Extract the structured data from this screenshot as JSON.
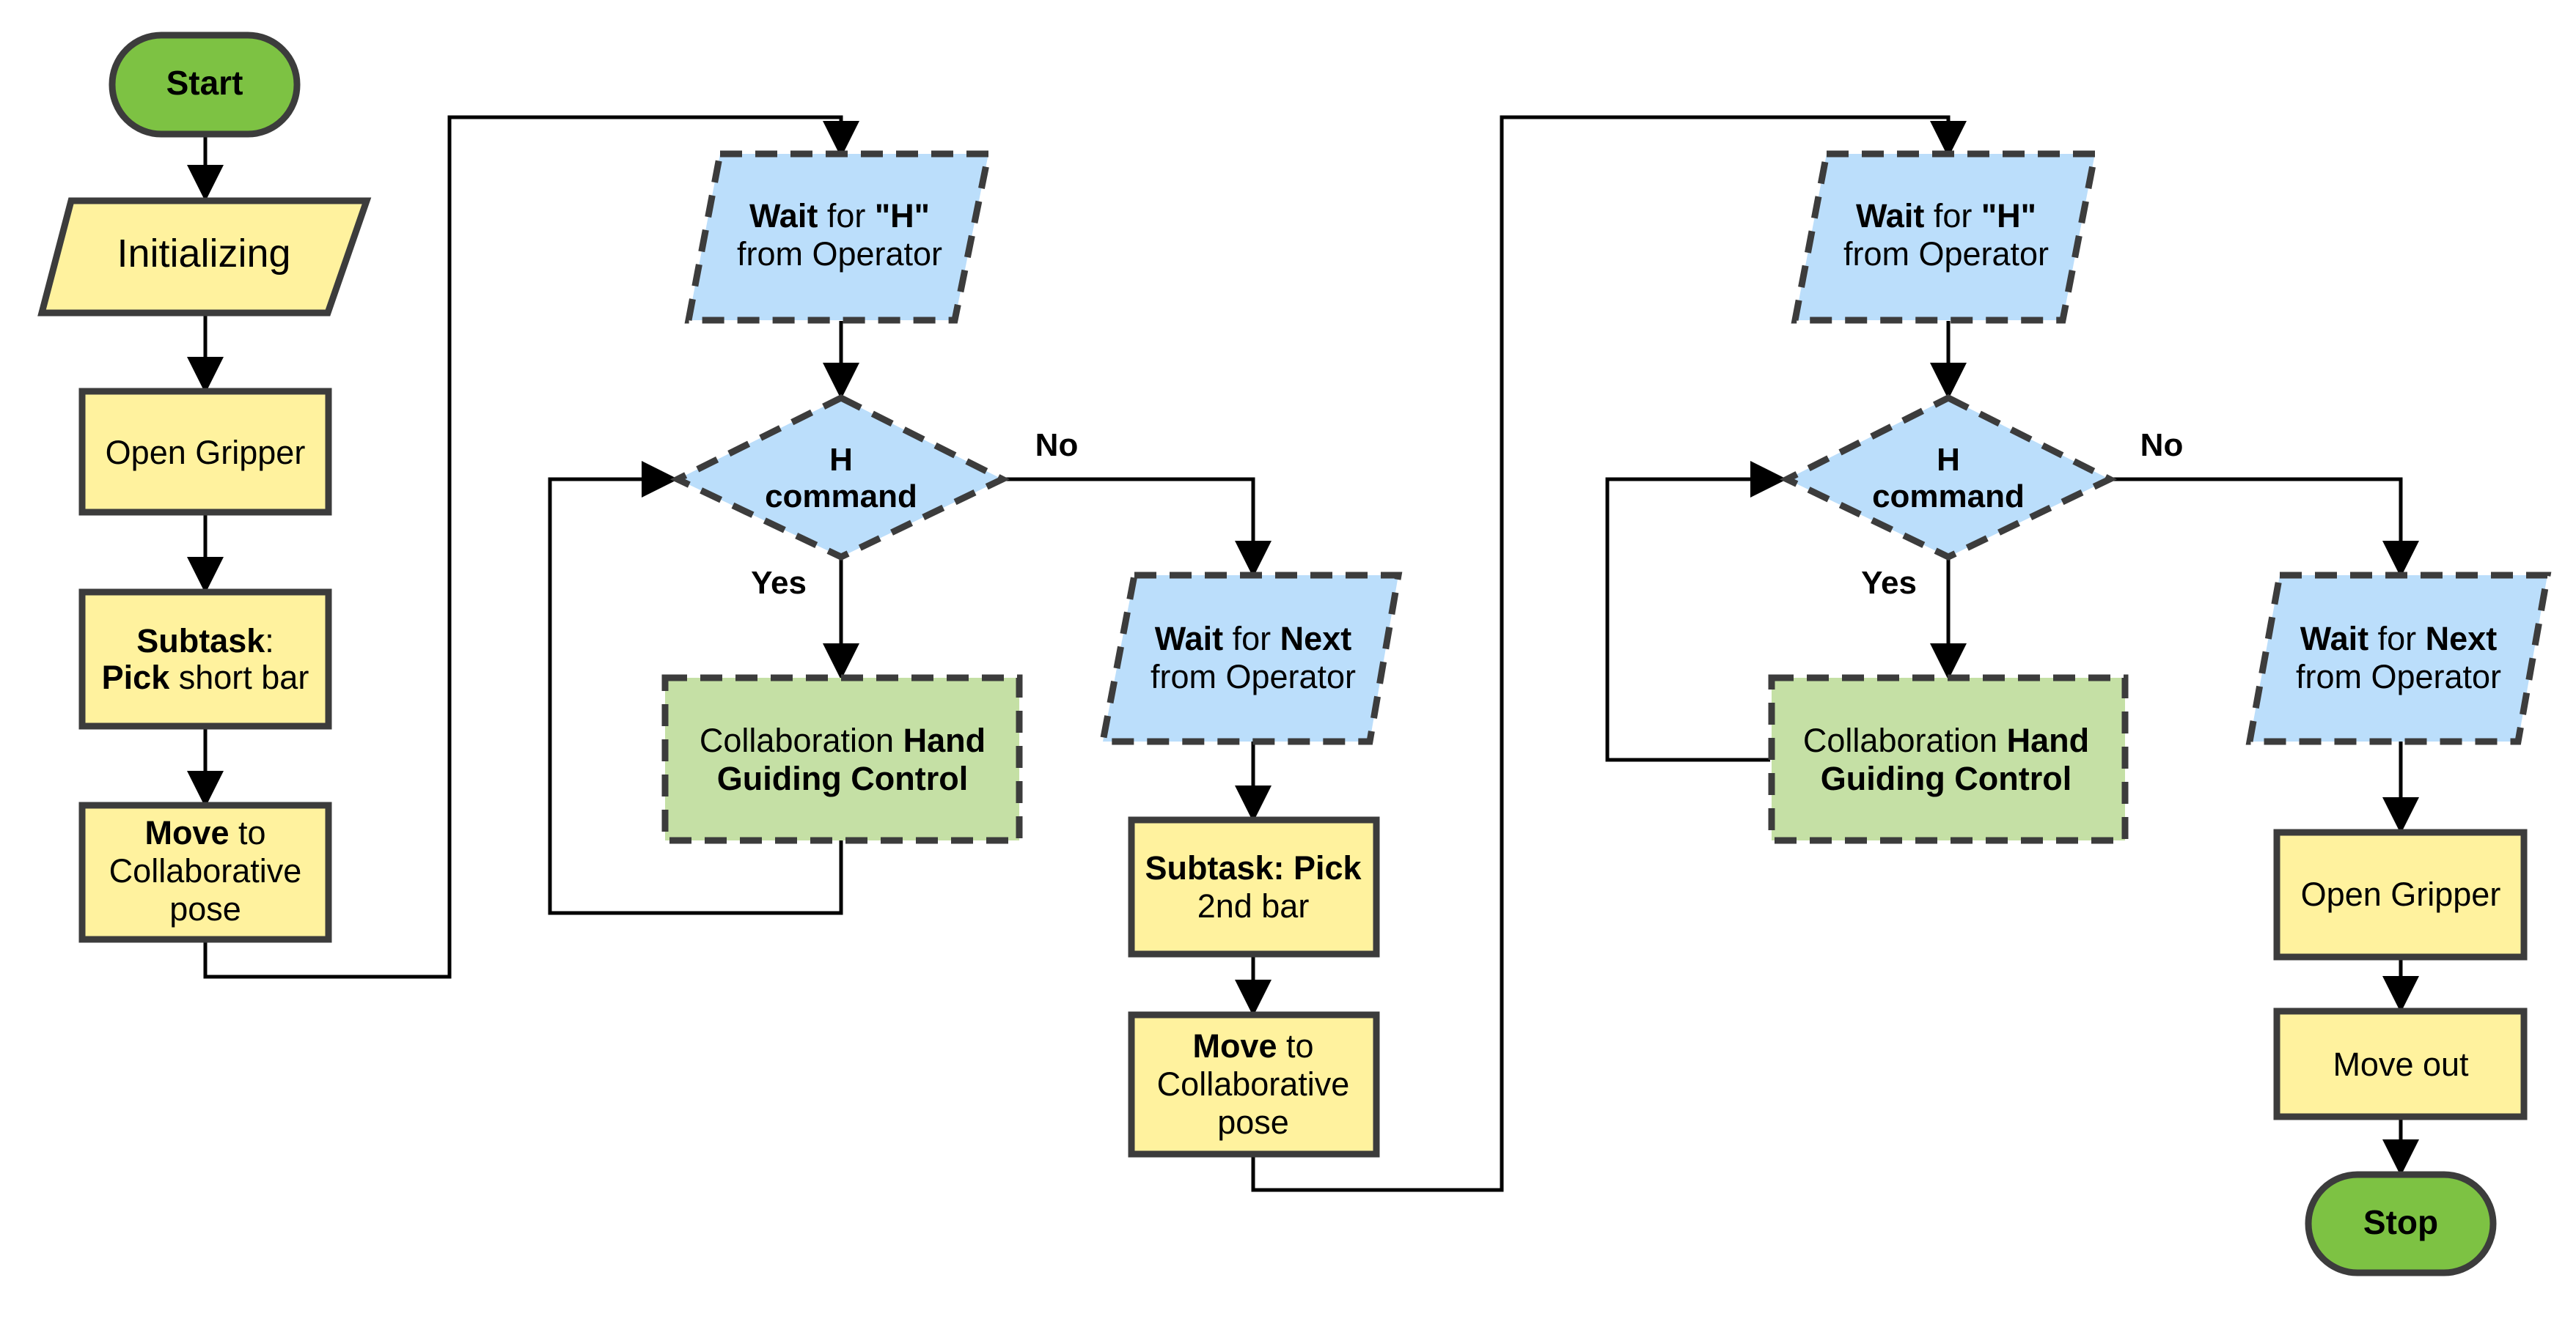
{
  "colors": {
    "terminal": "#7dc243",
    "process": "#fff29e",
    "wait": "#bbdefb",
    "decision": "#bbdefb",
    "collab": "#c5e0a5",
    "border": "#3c3c3c",
    "line": "#000000"
  },
  "nodes": {
    "start": {
      "label": "Start"
    },
    "initializing": {
      "label": "Initializing"
    },
    "open_gripper_1": {
      "label": "Open Gripper"
    },
    "subtask_pick_short": {
      "b1": "Subtask",
      "r1": ":",
      "b2": "Pick",
      "r2": " short bar"
    },
    "move_collab_1": {
      "b1": "Move",
      "r1": " to",
      "l2": "Collaborative",
      "l3": "pose"
    },
    "wait_h_1": {
      "b1": "Wait",
      "r1": " for ",
      "b2": "\"H\"",
      "l2": "from Operator"
    },
    "h_command_1": {
      "l1": "H",
      "l2": "command"
    },
    "collab_hand_1": {
      "r1": "Collaboration ",
      "b1": "Hand",
      "b2": "Guiding Control"
    },
    "wait_next_1": {
      "b1": "Wait",
      "r1": " for ",
      "b2": "Next",
      "l2": "from Operator"
    },
    "subtask_pick_2nd": {
      "b1": "Subtask: Pick",
      "l2": "2nd bar"
    },
    "move_collab_2": {
      "b1": "Move",
      "r1": " to",
      "l2": "Collaborative",
      "l3": "pose"
    },
    "wait_h_2": {
      "b1": "Wait",
      "r1": " for ",
      "b2": "\"H\"",
      "l2": "from Operator"
    },
    "h_command_2": {
      "l1": "H",
      "l2": "command"
    },
    "collab_hand_2": {
      "r1": "Collaboration ",
      "b1": "Hand",
      "b2": "Guiding Control"
    },
    "wait_next_2": {
      "b1": "Wait",
      "r1": " for ",
      "b2": "Next",
      "l2": "from Operator"
    },
    "open_gripper_2": {
      "label": "Open Gripper"
    },
    "move_out": {
      "label": "Move out"
    },
    "stop": {
      "label": "Stop"
    }
  },
  "edge_labels": {
    "yes_1": "Yes",
    "no_1": "No",
    "yes_2": "Yes",
    "no_2": "No"
  }
}
